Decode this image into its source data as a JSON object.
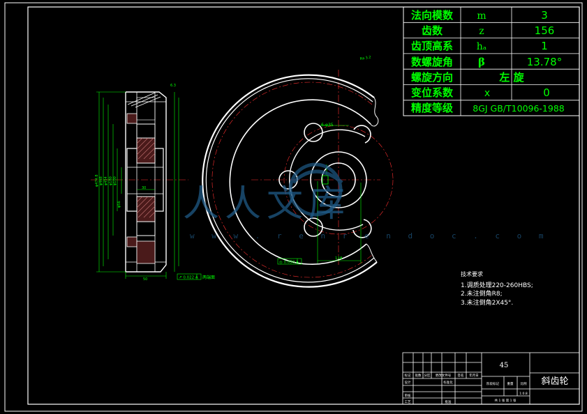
{
  "param_table": {
    "rows": [
      {
        "name": "法向模数",
        "symbol": "m",
        "value": "3"
      },
      {
        "name": "齿数",
        "symbol": "z",
        "value": "156"
      },
      {
        "name": "齿顶高系",
        "symbol": "hₐ",
        "value": "1"
      },
      {
        "name": "数螺旋角",
        "symbol": "β",
        "value": "13.78°"
      },
      {
        "name": "螺旋方向",
        "symbol": "左 旋",
        "value": ""
      },
      {
        "name": "变位系数",
        "symbol": "x",
        "value": "0"
      },
      {
        "name": "精度等级",
        "symbol": "8GJ GB/T10096-1988",
        "value": ""
      }
    ]
  },
  "tech_requirements": {
    "heading": "技术要求",
    "items": [
      "1.调质处理220-260HBS;",
      "2.未注倒角R8;",
      "3.未注倒角2X45°."
    ]
  },
  "title_block": {
    "material": "45",
    "part_name": "斜齿轮",
    "ratio": "1:0.8",
    "sheets": "共 1 张  第 1 张",
    "header_cells": [
      "标记",
      "处数",
      "分区",
      "更改文件号",
      "签名",
      "年月日"
    ],
    "role_cells": [
      "设计",
      "标准化",
      "审核",
      "工艺",
      "批准"
    ],
    "stage_cells": [
      "阶段标记",
      "重量",
      "比例"
    ]
  },
  "annotations": {
    "roughness_top": "Ra 3.2",
    "roughness_left": "6.3",
    "holes": "6-φ35",
    "width_118": "118",
    "tolerance_side": "↗ 0.022 A",
    "tolerance_side_note": "两端面",
    "tolerance_bottom": "◎ 0.050 A",
    "left_dims": [
      "φ474.8",
      "φ468",
      "φ454",
      "φ100",
      "φ180",
      "φ56"
    ],
    "bottom_dim": "50",
    "hub_dim": "30"
  },
  "watermark": {
    "text": "人人文库",
    "url": "w w w . r e n r e n d o c . c o m"
  }
}
